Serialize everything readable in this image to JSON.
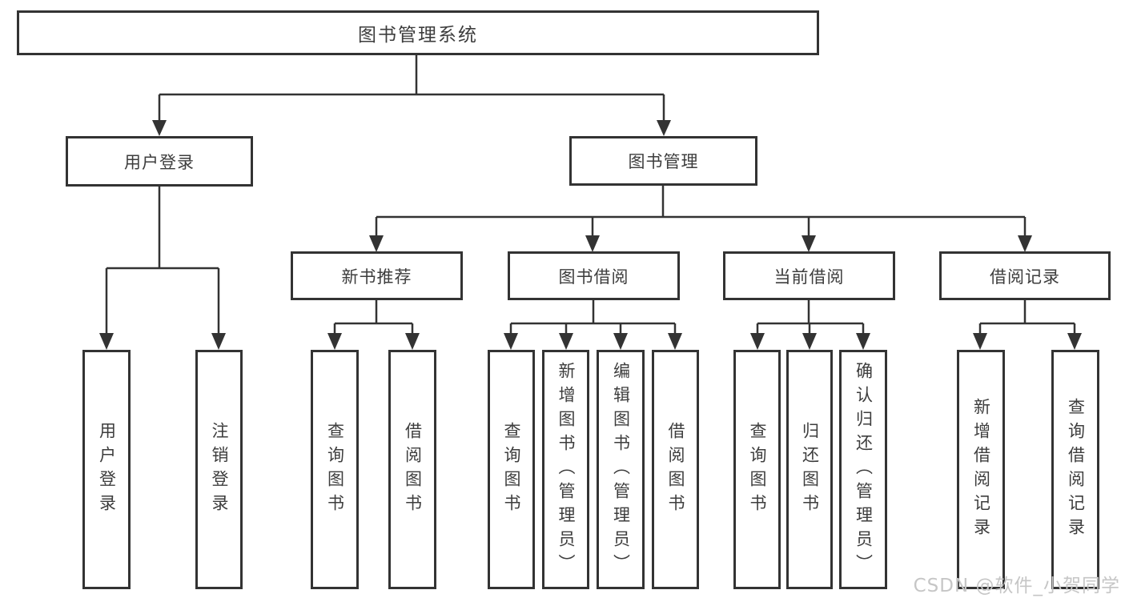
{
  "tree": {
    "label": "图书管理系统",
    "children": [
      {
        "label": "用户登录",
        "children": [
          {
            "label": "用户登录"
          },
          {
            "label": "注销登录"
          }
        ]
      },
      {
        "label": "图书管理",
        "children": [
          {
            "label": "新书推荐",
            "children": [
              {
                "label": "查询图书"
              },
              {
                "label": "借阅图书"
              }
            ]
          },
          {
            "label": "图书借阅",
            "children": [
              {
                "label": "查询图书"
              },
              {
                "label": "新增图书（管理员）"
              },
              {
                "label": "编辑图书（管理员）"
              },
              {
                "label": "借阅图书"
              }
            ]
          },
          {
            "label": "当前借阅",
            "children": [
              {
                "label": "查询图书"
              },
              {
                "label": "归还图书"
              },
              {
                "label": "确认归还（管理员）"
              }
            ]
          },
          {
            "label": "借阅记录",
            "children": [
              {
                "label": "新增借阅记录"
              },
              {
                "label": "查询借阅记录"
              }
            ]
          }
        ]
      }
    ]
  },
  "watermark": "CSDN @软件_小贺同学",
  "colors": {
    "line": "#333333",
    "text": "#3d3d3d",
    "background": "#ffffff",
    "watermark": "#c6c6c6"
  }
}
